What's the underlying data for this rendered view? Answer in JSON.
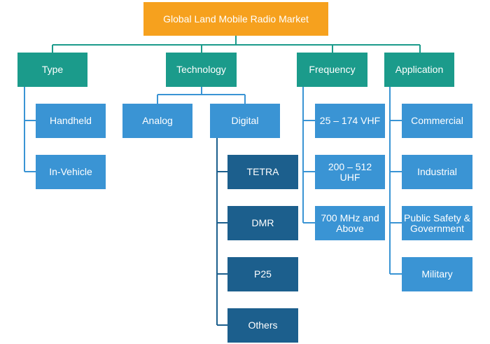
{
  "root": {
    "label": "Global Land Mobile Radio Market"
  },
  "categories": {
    "type": {
      "label": "Type",
      "items": [
        "Handheld",
        "In-Vehicle"
      ]
    },
    "technology": {
      "label": "Technology",
      "items": [
        "Analog",
        "Digital"
      ],
      "digital_items": [
        "TETRA",
        "DMR",
        "P25",
        "Others"
      ]
    },
    "frequency": {
      "label": "Frequency",
      "items": [
        "25 – 174 VHF",
        "200 – 512 UHF",
        "700 MHz and Above"
      ]
    },
    "application": {
      "label": "Application",
      "items": [
        "Commercial",
        "Industrial",
        "Public Safety & Government",
        "Military"
      ]
    }
  },
  "colors": {
    "root": "#f6a11e",
    "category": "#1b9b8b",
    "item": "#3a94d4",
    "sub_item": "#1c5f8d",
    "connector": "#1b9b8b"
  }
}
